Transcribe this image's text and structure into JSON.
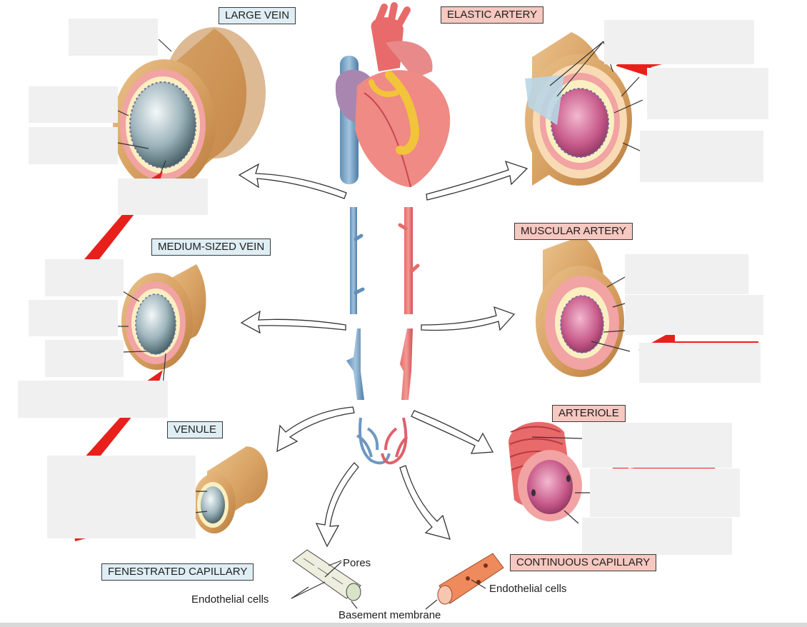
{
  "labels": {
    "large_vein": "LARGE VEIN",
    "elastic_artery": "ELASTIC ARTERY",
    "medium_vein": "MEDIUM-SIZED VEIN",
    "muscular_artery": "MUSCULAR ARTERY",
    "venule": "VENULE",
    "arteriole": "ARTERIOLE",
    "fenestrated_capillary": "FENESTRATED CAPILLARY",
    "continuous_capillary": "CONTINUOUS CAPILLARY",
    "pores": "Pores",
    "endothelial_cells_left": "Endothelial cells",
    "endothelial_cells_right": "Endothelial cells",
    "basement_membrane": "Basement membrane"
  },
  "colors": {
    "vein_label_bg": "#dfeef4",
    "artery_label_bg": "#f6c8c0",
    "pointer_arrow": "#e8201c",
    "vein_blue": "#7fa9cc",
    "artery_red": "#e0606a",
    "adventitia": "#d6a062"
  }
}
